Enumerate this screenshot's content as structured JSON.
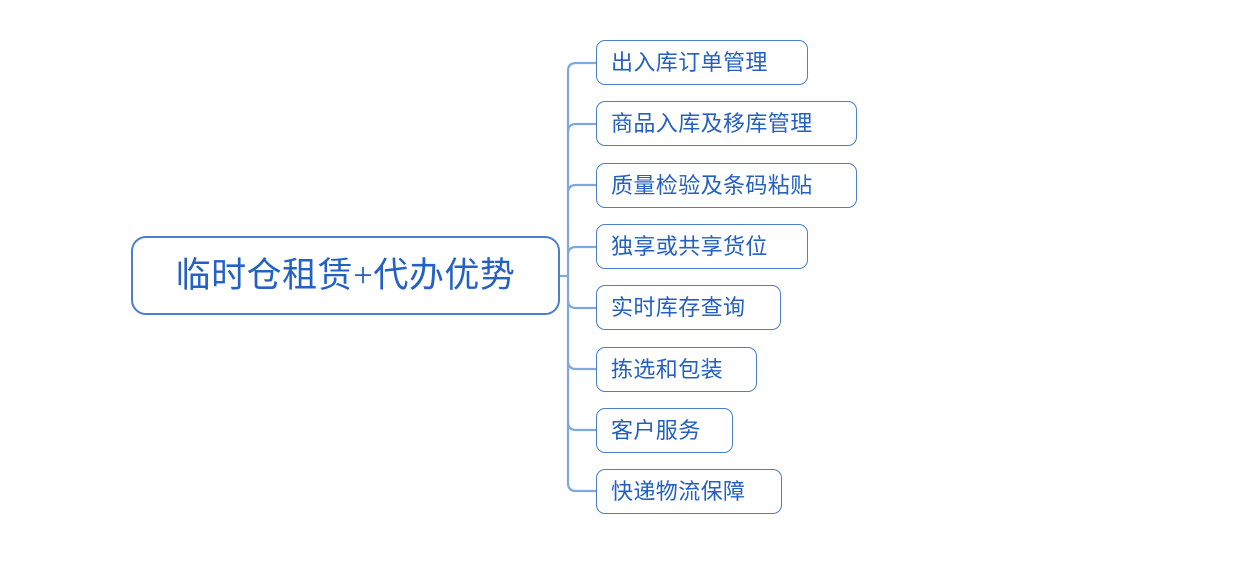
{
  "diagram": {
    "type": "mind-map",
    "orientation": "left-to-right",
    "background_color": "#ffffff",
    "accent_color": "#2360c0",
    "border_color": "#4a7fc9",
    "connector_color": "#7fa8dc",
    "root": {
      "label": "临时仓租赁+代办优势"
    },
    "branches": [
      {
        "label": "出入库订单管理"
      },
      {
        "label": "商品入库及移库管理"
      },
      {
        "label": "质量检验及条码粘贴"
      },
      {
        "label": "独享或共享货位"
      },
      {
        "label": "实时库存查询"
      },
      {
        "label": "拣选和包装"
      },
      {
        "label": "客户服务"
      },
      {
        "label": "快递物流保障"
      }
    ]
  }
}
